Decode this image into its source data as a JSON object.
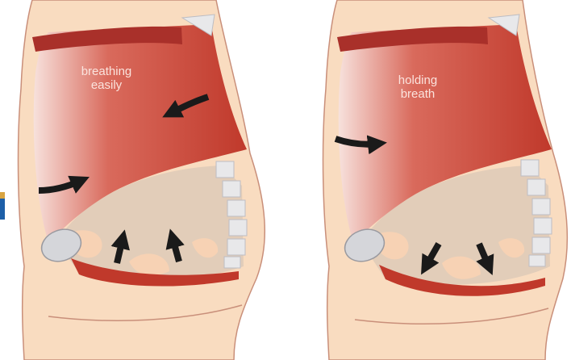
{
  "panels": [
    {
      "id": "breathing-easily",
      "caption_line1": "breathing",
      "caption_line2": "easily",
      "diaphragm_motion": "up"
    },
    {
      "id": "holding-breath",
      "caption_line1": "holding",
      "caption_line2": "breath",
      "diaphragm_motion": "down"
    }
  ],
  "colors": {
    "skin": "#f9dcc0",
    "skin_outline": "#c98f7a",
    "muscle_dark": "#c0392b",
    "muscle_light": "#f6dcd6",
    "band": "#a9302a",
    "viscera": "#e2cdb9",
    "organ_blob": "#f7d2b4",
    "spine_box": "#e8e8ea",
    "bone": "#d5d6da",
    "arrow": "#1a1a1a",
    "accent_edge": "#1d5fa8"
  }
}
